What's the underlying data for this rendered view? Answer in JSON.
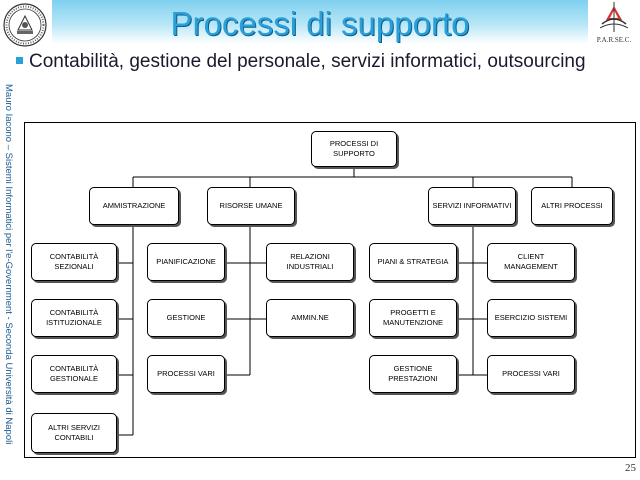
{
  "slide": {
    "title": "Processi di supporto",
    "bullet": "Contabilità, gestione del personale, servizi informatici, outsourcing",
    "side_caption": "Mauro Iacono – Sistemi Informatici per l'e-Government - Seconda Università di Napoli",
    "page_number": "25",
    "logo_right_label": "P.A.R.SE.C."
  },
  "org_chart": {
    "root": "PROCESSI DI\nSUPPORTO",
    "divisions": [
      "AMMISTRAZIONE",
      "RISORSE UMANE",
      "SERVIZI INFORMATIVI",
      "ALTRI PROCESSI"
    ],
    "amministrazione": [
      "CONTABILITÀ\nSEZIONALI",
      "CONTABILITÀ\nISTITUZIONALE",
      "CONTABILITÀ\nGESTIONALE",
      "ALTRI SERVIZI\nCONTABILI"
    ],
    "risorse_left": [
      "PIANIFICAZIONE",
      "GESTIONE",
      "PROCESSI VARI"
    ],
    "risorse_right": [
      "RELAZIONI\nINDUSTRIALI",
      "AMMIN.NE"
    ],
    "servizi_left": [
      "PIANI & STRATEGIA",
      "PROGETTI E\nMANUTENZIONE",
      "GESTIONE\nPRESTAZIONI"
    ],
    "servizi_right": [
      "CLIENT\nMANAGEMENT",
      "ESERCIZIO SISTEMI",
      "PROCESSI VARI"
    ]
  }
}
